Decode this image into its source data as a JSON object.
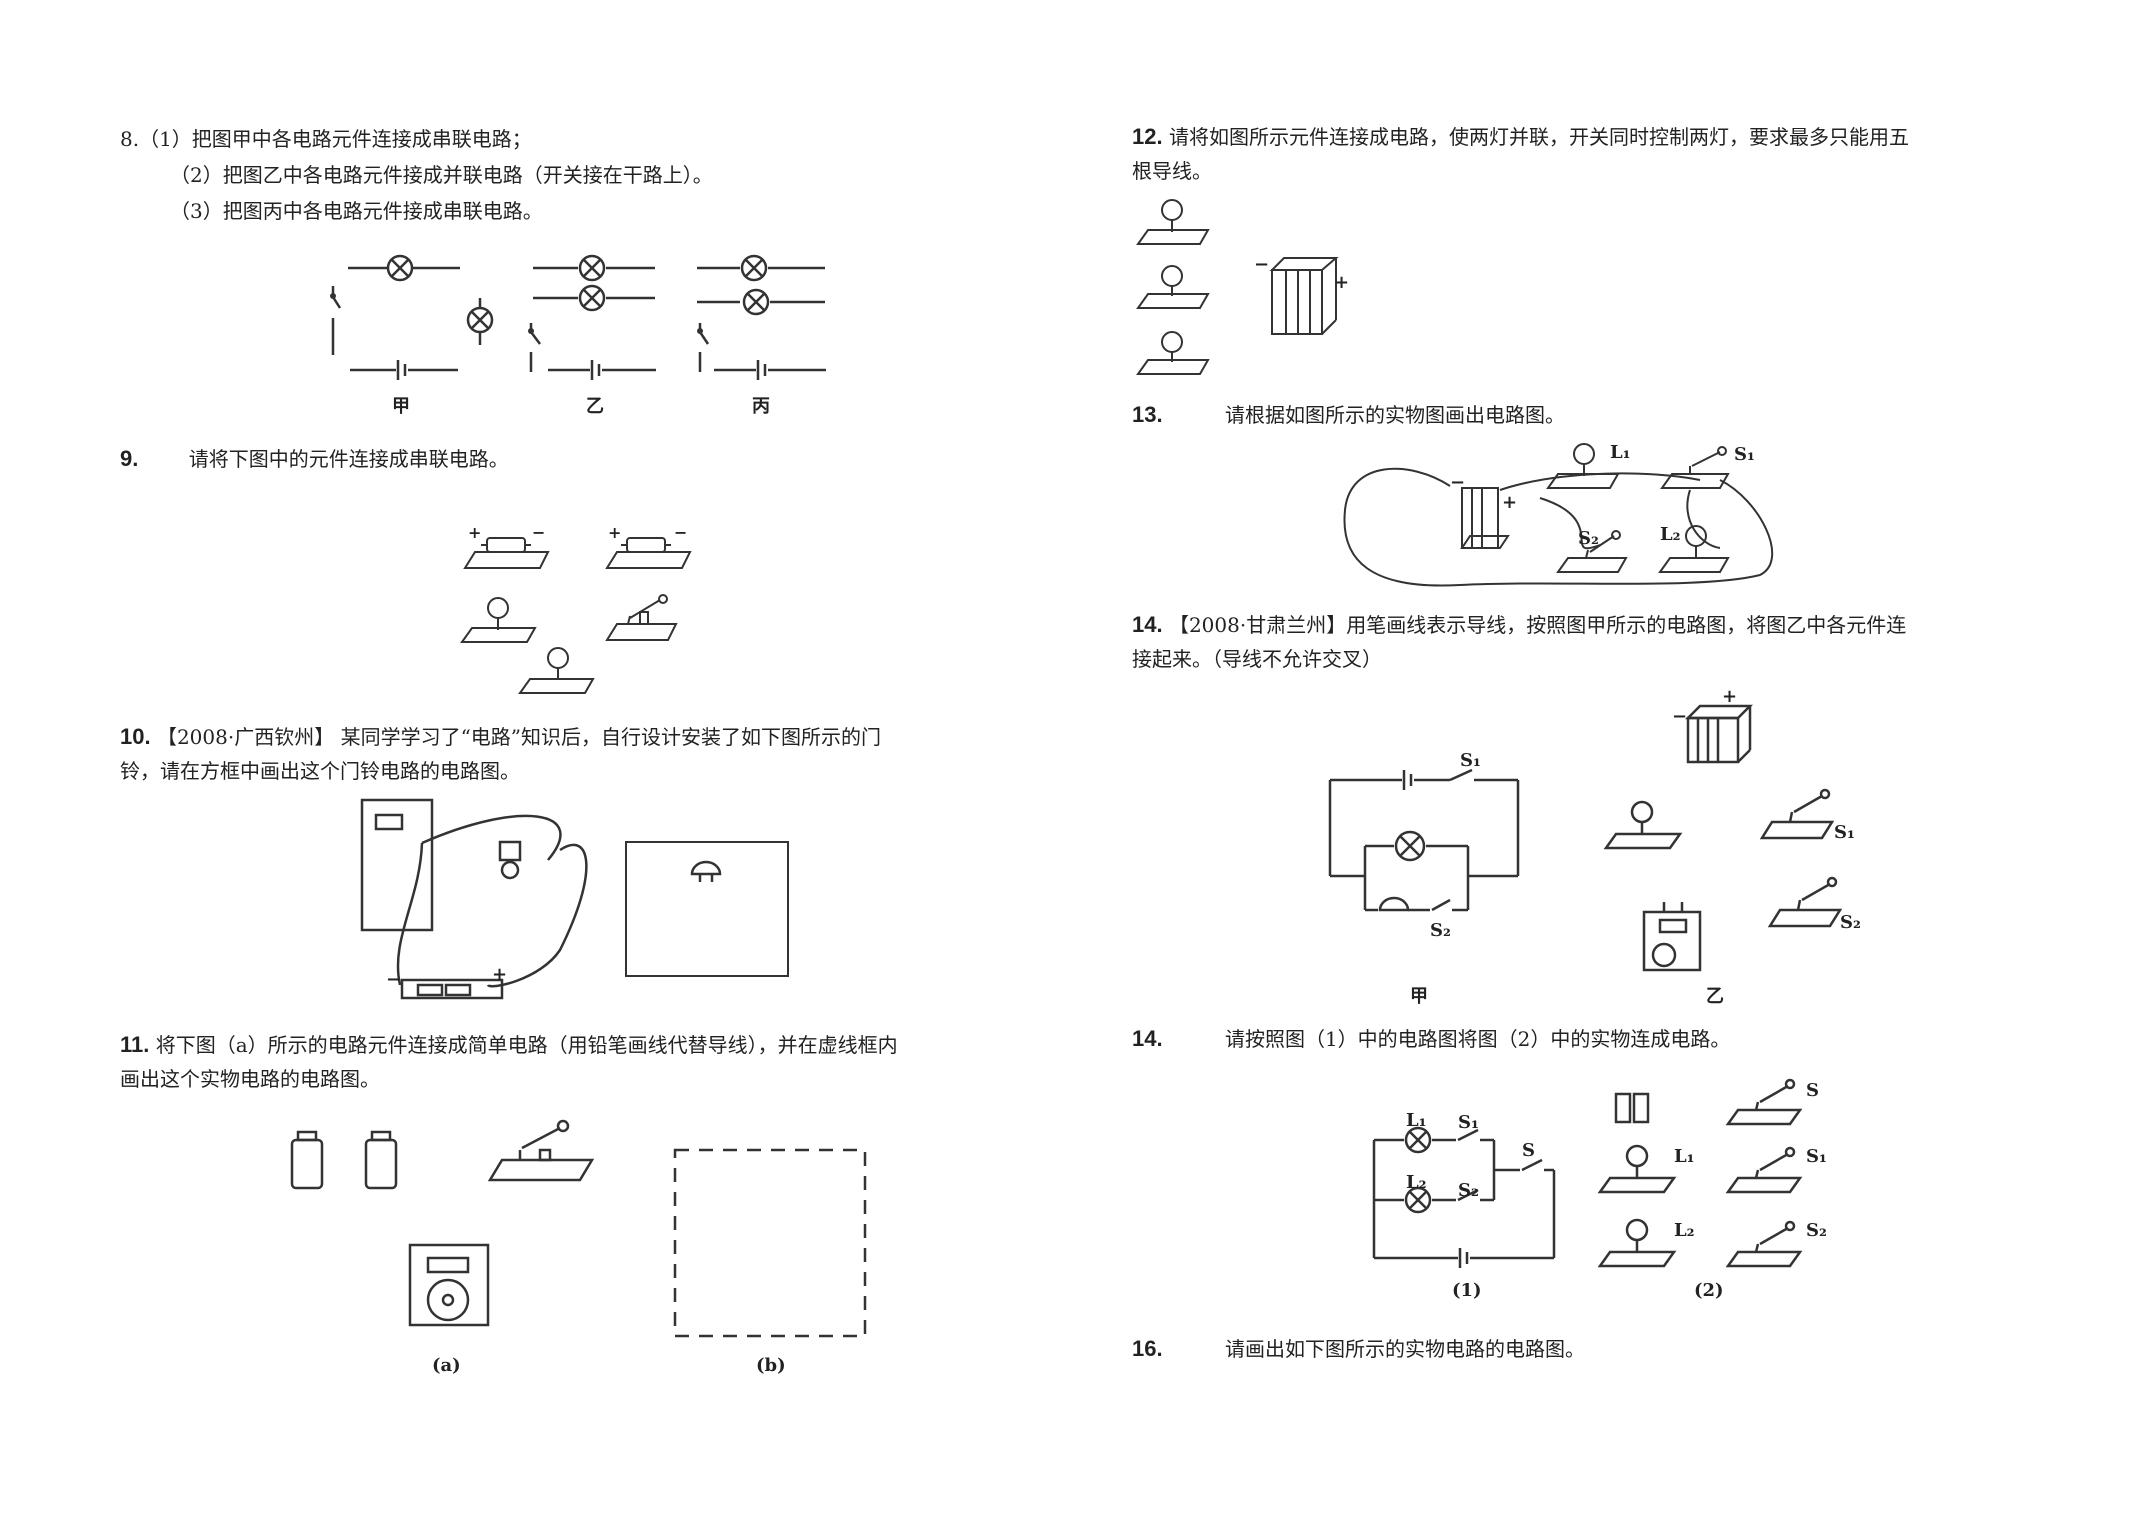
{
  "left": {
    "q8": {
      "line1": "8.（1）把图甲中各电路元件连接成串联电路；",
      "line2": "（2）把图乙中各电路元件接成并联电路（开关接在干路上）。",
      "line3": "（3）把图丙中各电路元件接成串联电路。",
      "captions": [
        "甲",
        "乙",
        "丙"
      ]
    },
    "q9": {
      "num": "9.",
      "text": "请将下图中的元件连接成串联电路。"
    },
    "q10": {
      "num": "10.",
      "line1": "【2008·广西钦州】 某同学学习了“电路”知识后，自行设计安装了如下图所示的门",
      "line2": "铃，请在方框中画出这个门铃电路的电路图。"
    },
    "q11": {
      "num": "11.",
      "line1": "将下图（a）所示的电路元件连接成简单电路（用铅笔画线代替导线），并在虚线框内",
      "line2": "画出这个实物电路的电路图。",
      "captions": [
        "(a)",
        "(b)"
      ]
    }
  },
  "right": {
    "q12": {
      "num": "12.",
      "line1": "请将如图所示元件连接成电路，使两灯并联，开关同时控制两灯，要求最多只能用五",
      "line2": "根导线。"
    },
    "q13": {
      "num": "13.",
      "text": "请根据如图所示的实物图画出电路图。",
      "labels": [
        "L₁",
        "S₁",
        "S₂",
        "L₂"
      ]
    },
    "q14a": {
      "num": "14.",
      "line1": "【2008·甘肃兰州】用笔画线表示导线，按照图甲所示的电路图，将图乙中各元件连",
      "line2": "接起来。（导线不允许交叉）",
      "labels": [
        "S₁",
        "S₂",
        "S₁",
        "S₂"
      ],
      "captions": [
        "甲",
        "乙"
      ]
    },
    "q14b": {
      "num": "14.",
      "text": "请按照图（1）中的电路图将图（2）中的实物连成电路。",
      "labels": [
        "L₁",
        "S₁",
        "S",
        "L₂",
        "S₂",
        "S",
        "L₁",
        "S₁",
        "L₂",
        "S₂"
      ],
      "captions": [
        "(1)",
        "(2)"
      ]
    },
    "q16": {
      "num": "16.",
      "text": "请画出如下图所示的实物电路的电路图。"
    }
  },
  "polarity": {
    "plus": "+",
    "minus": "−"
  }
}
